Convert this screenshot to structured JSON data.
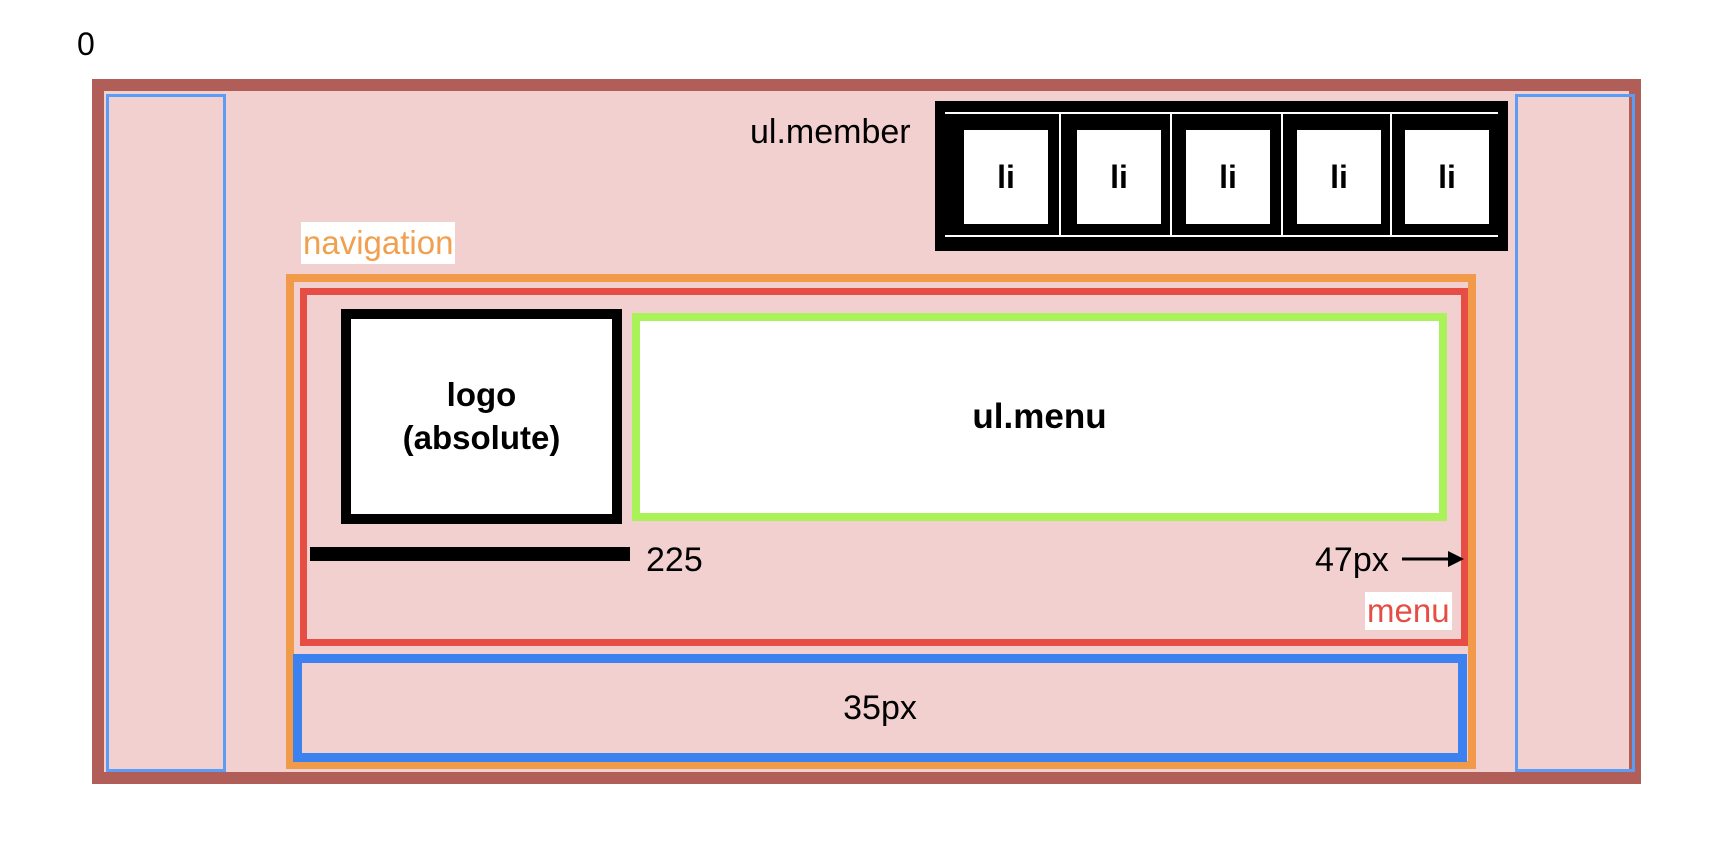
{
  "diagram": {
    "corner_label": "0",
    "member": {
      "label": "ul.member",
      "items": [
        "li",
        "li",
        "li",
        "li",
        "li"
      ]
    },
    "navigation_label": "navigation",
    "logo_label": "logo\n(absolute)",
    "menu_list_label": "ul.menu",
    "dimension_left": "225",
    "dimension_right": "47px",
    "menu_label": "menu",
    "bottom_box_label": "35px"
  },
  "colors": {
    "outer_border": "#b05e57",
    "outer_fill": "#f2d0cf",
    "side_columns": "#5b9cf4",
    "navigation": "#f09a4a",
    "menu": "#e54d45",
    "ul_menu": "#a9f359",
    "bottom_box": "#3b82f0",
    "member_background": "#000000"
  }
}
